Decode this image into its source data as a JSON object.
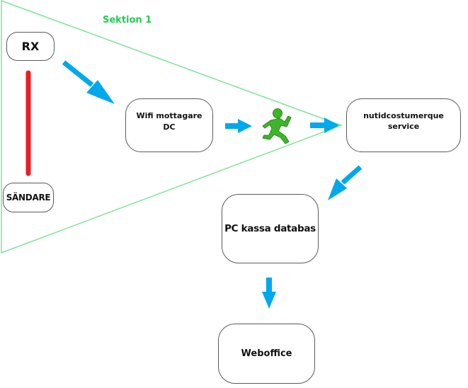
{
  "section": {
    "label": "Sektion 1",
    "color": "#1fcc4f",
    "outline_color": "#7ee29a"
  },
  "nodes": {
    "rx": {
      "label": "RX"
    },
    "sandare": {
      "label": "SÄNDARE"
    },
    "wifi": {
      "line1": "Wifi mottagare",
      "line2": "DC"
    },
    "nutid": {
      "line1": "nutidcostumerque",
      "line2": "service"
    },
    "pc": {
      "label": "PC kassa databas"
    },
    "weboffice": {
      "label": "Weboffice"
    }
  },
  "connections": [
    {
      "from": "rx",
      "to": "wifi",
      "type": "arrow"
    },
    {
      "from": "wifi",
      "to": "runner",
      "type": "arrow"
    },
    {
      "from": "runner",
      "to": "nutid",
      "type": "arrow"
    },
    {
      "from": "nutid",
      "to": "pc",
      "type": "arrow"
    },
    {
      "from": "pc",
      "to": "weboffice",
      "type": "arrow"
    },
    {
      "from": "rx",
      "to": "sandare",
      "type": "link"
    }
  ],
  "icons": {
    "runner": "running-person-icon"
  },
  "colors": {
    "arrow": "#00a8ec",
    "link": "#ec1c24",
    "runner": "#3db52a"
  }
}
